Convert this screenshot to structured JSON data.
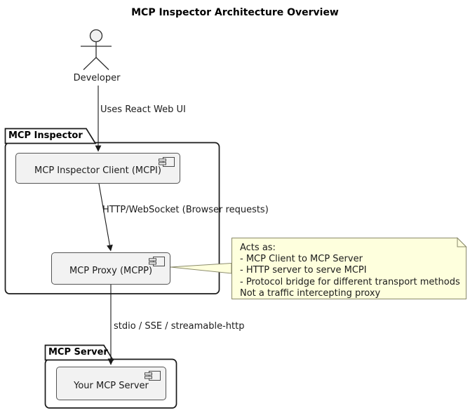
{
  "title": "MCP Inspector Architecture Overview",
  "actor": {
    "label": "Developer"
  },
  "packages": {
    "inspector": {
      "label": "MCP Inspector"
    },
    "server": {
      "label": "MCP Server"
    }
  },
  "components": {
    "client": {
      "label": "MCP Inspector Client (MCPI)"
    },
    "proxy": {
      "label": "MCP Proxy (MCPP)"
    },
    "your_server": {
      "label": "Your MCP Server"
    }
  },
  "edges": {
    "developer_to_client": {
      "label": "Uses React Web UI"
    },
    "client_to_proxy": {
      "label": "HTTP/WebSocket (Browser requests)"
    },
    "proxy_to_server": {
      "label": "stdio / SSE / streamable-http"
    }
  },
  "note": {
    "lines": [
      "Acts as:",
      "- MCP Client to MCP Server",
      "- HTTP server to serve MCPI",
      "- Protocol bridge for different transport methods",
      "Not a traffic intercepting proxy"
    ]
  },
  "colors": {
    "note_fill": "#FEFFDD",
    "note_border": "#8A8A6A",
    "component_fill": "#F2F2F2",
    "component_border": "#545454",
    "package_border": "#1A1A1A",
    "line": "#1A1A1A"
  }
}
